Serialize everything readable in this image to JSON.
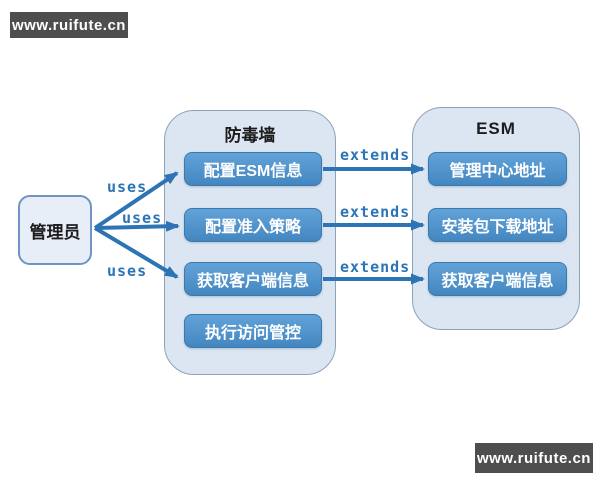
{
  "watermarks": {
    "top_left": "www.ruifute.cn",
    "bottom_right": "www.ruifute.cn"
  },
  "actor": {
    "label": "管理员"
  },
  "firewall": {
    "title": "防毒墙",
    "use_cases": [
      "配置ESM信息",
      "配置准入策略",
      "获取客户端信息",
      "执行访问管控"
    ]
  },
  "esm": {
    "title": "ESM",
    "use_cases": [
      "管理中心地址",
      "安装包下载地址",
      "获取客户端信息"
    ]
  },
  "relations": {
    "uses_labels": [
      "uses",
      "uses",
      "uses"
    ],
    "extends_labels": [
      "extends",
      "extends",
      "extends"
    ]
  },
  "colors": {
    "container_fill": "#dbe6f2",
    "container_border": "#8da3b8",
    "actor_fill": "#e7eef8",
    "actor_border": "#6f94c4",
    "button_blue_top": "#61a3d8",
    "button_blue_bottom": "#4486c0",
    "arrow_blue": "#2d74b5",
    "label_blue": "#2d74b5",
    "watermark_bg": "#4e4e4e"
  }
}
